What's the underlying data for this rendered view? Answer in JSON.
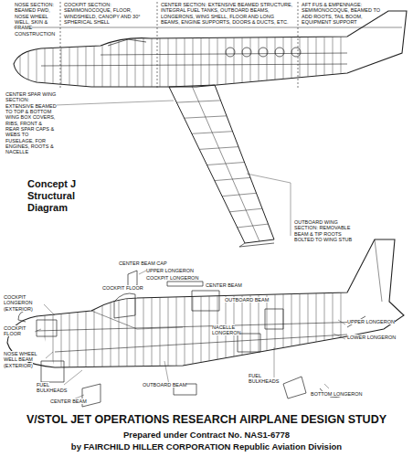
{
  "diagram": {
    "title": "Concept J Structural Diagram",
    "caption": "V/STOL JET OPERATIONS RESEARCH AIRPLANE DESIGN STUDY",
    "labels": [
      "NOSE SECTION: BEAMED FWD, NOSE WHEEL WELL, SKIN & FRAME CONSTRUCTION",
      "COCKPIT SECTION: SEMIMONOCOQUE, FLOOR, WINDSHIELD, CANOPY AND 30° SPHERICAL SHELL",
      "CENTER SECTION: EXTENSIVE BEAMED STRUCTURE, INTEGRAL FUEL TANKS, OUTBOARD BEAMS, LONGERONS, WING SHELL, FLOOR AND LONG BEAMS, ENGINE SUPPORTS, DOORS & DUCTS, ETC.",
      "AFT FUS & EMPENNAGE: SEMIMONOCOQUE, BEAMED TO ADD ROOTS, TAIL BOOM, EQUIPMENT SUPPORT",
      "CENTER SPAR WING SECTION: EXTENSIVE BEAMED TO TOP & BOTTOM WING BOX COVERS, RIBS, FRONT & REAR SPAR CAPS & WEBS TO FUSELAGE, FOR ENGINES, ROOTS & NACELLE",
      "OUTBOARD WING SECTION: REMOVABLE BEAM & TIP ROOTS BOLTED TO WING STUB",
      "CENTER BEAM CAP",
      "UPPER LONGERON",
      "COCKPIT LONGERON",
      "CENTER BEAM",
      "COCKPIT LONGERON (EXTERIOR)",
      "COCKPIT FLOOR",
      "COCKPIT FLOOR",
      "NOSE WHEEL WELL BEAM (EXTERIOR)",
      "OUTBOARD BEAM",
      "NACELLE LONGERON",
      "UPPER LONGERON",
      "LOWER LONGERON",
      "FUEL BULKHEADS",
      "OUTBOARD BEAM",
      "FUEL BULKHEADS",
      "CENTER BEAM",
      "BOTTOM LONGERON",
      "Prepared under Contract No. NAS1-6778",
      "by FAIRCHILD HILLER CORPORATION Republic Aviation Division"
    ]
  }
}
